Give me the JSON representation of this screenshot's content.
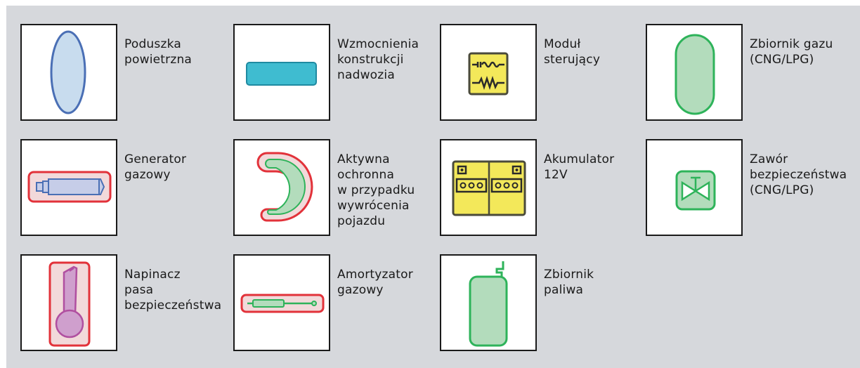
{
  "legend": {
    "items": [
      {
        "id": "airbag",
        "label": "Poduszka\npowietrzna",
        "icon": "airbag-icon"
      },
      {
        "id": "reinforcement",
        "label": "Wzmocnienia\nkonstrukcji\nnadwozia",
        "icon": "body-reinforcement-icon"
      },
      {
        "id": "control-module",
        "label": "Moduł\nsterujący",
        "icon": "control-module-icon"
      },
      {
        "id": "gas-tank",
        "label": "Zbiornik gazu\n(CNG/LPG)",
        "icon": "gas-tank-icon"
      },
      {
        "id": "gas-generator",
        "label": "Generator\ngazowy",
        "icon": "gas-generator-icon"
      },
      {
        "id": "rollover",
        "label": "Aktywna\nochronna\nw przypadku\nwywrócenia\npojazdu",
        "icon": "rollover-protection-icon"
      },
      {
        "id": "battery",
        "label": "Akumulator\n12V",
        "icon": "battery-icon"
      },
      {
        "id": "safety-valve",
        "label": "Zawór\nbezpieczeństwa\n(CNG/LPG)",
        "icon": "safety-valve-icon"
      },
      {
        "id": "belt-tensioner",
        "label": "Napinacz\npasa\nbezpieczeństwa",
        "icon": "belt-tensioner-icon"
      },
      {
        "id": "gas-strut",
        "label": "Amortyzator\ngazowy",
        "icon": "gas-strut-icon"
      },
      {
        "id": "fuel-tank",
        "label": "Zbiornik\npaliwa",
        "icon": "fuel-tank-icon"
      }
    ]
  },
  "colors": {
    "background": "#d6d8dc",
    "blue": "#4a6fb5",
    "light_blue": "#c8dcee",
    "cyan": "#3fbcd0",
    "yellow": "#f3e85a",
    "green": "#2eb35a",
    "light_green": "#b3dcbc",
    "red": "#e2323a",
    "purple": "#b04fa0",
    "light_purple": "#cf9fcd"
  }
}
